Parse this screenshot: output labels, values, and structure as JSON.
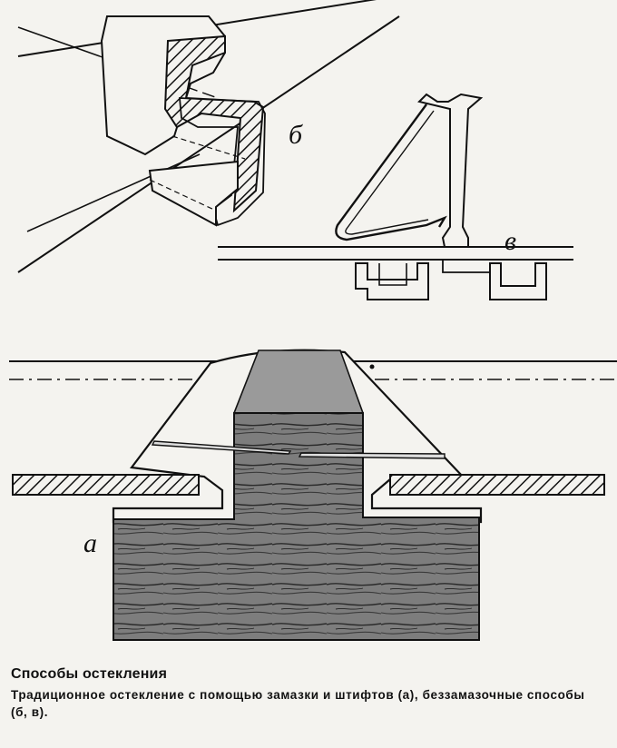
{
  "labels": {
    "b": "б",
    "v": "в",
    "a": "а"
  },
  "caption": {
    "title": "Способы остекления",
    "body": "Традиционное остекление с помощью замазки и штифтов (а), беззамазочные способы (б, в)."
  },
  "colors": {
    "ink": "#111111",
    "paper": "#f4f3ef",
    "wood": "#7d7d7d",
    "putty": "#9a9a9a"
  }
}
